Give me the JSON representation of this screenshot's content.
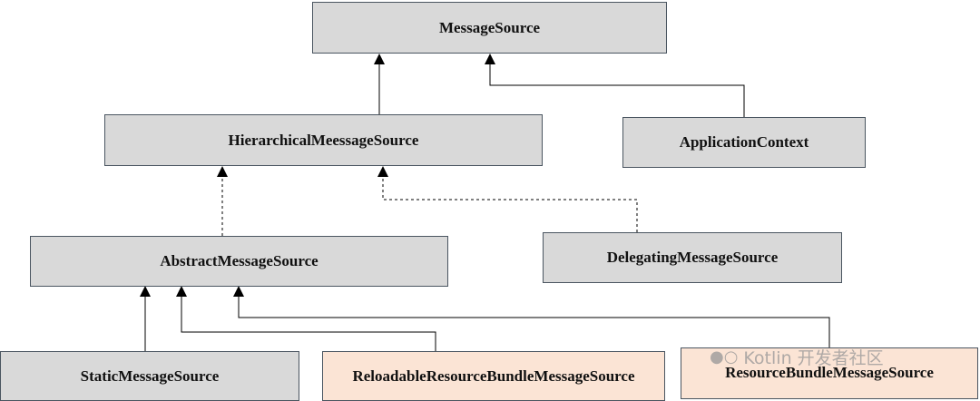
{
  "diagram": {
    "nodes": {
      "message_source": "MessageSource",
      "hierarchical_message_source": "HierarchicalMeessageSource",
      "application_context": "ApplicationContext",
      "abstract_message_source": "AbstractMessageSource",
      "delegating_message_source": "DelegatingMessageSource",
      "static_message_source": "StaticMessageSource",
      "reloadable_resource_bundle_message_source": "ReloadableResourceBundleMessageSource",
      "resource_bundle_message_source": "ResourceBundleMessageSource"
    },
    "edges": [
      {
        "from": "hierarchical_message_source",
        "to": "message_source",
        "style": "solid"
      },
      {
        "from": "application_context",
        "to": "message_source",
        "style": "solid"
      },
      {
        "from": "abstract_message_source",
        "to": "hierarchical_message_source",
        "style": "dashed"
      },
      {
        "from": "delegating_message_source",
        "to": "hierarchical_message_source",
        "style": "dashed"
      },
      {
        "from": "static_message_source",
        "to": "abstract_message_source",
        "style": "solid"
      },
      {
        "from": "reloadable_resource_bundle_message_source",
        "to": "abstract_message_source",
        "style": "solid"
      },
      {
        "from": "resource_bundle_message_source",
        "to": "abstract_message_source",
        "style": "solid"
      }
    ],
    "colors": {
      "box_gray": "#d9d9d9",
      "box_peach": "#fbe4d5",
      "border": "#4a5560",
      "line": "#000000"
    }
  },
  "watermark": {
    "icon": "wechat-icon",
    "text": "Kotlin 开发者社区"
  }
}
